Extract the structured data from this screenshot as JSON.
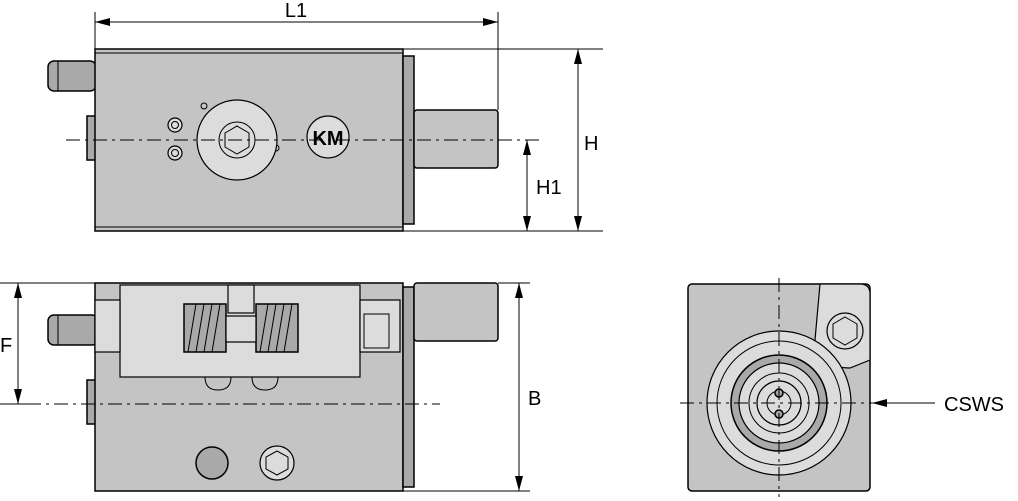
{
  "dimensions": {
    "l1": "L1",
    "h": "H",
    "h1": "H1",
    "f": "F",
    "b": "B",
    "csws": "CSWS"
  },
  "marking": {
    "brand": "KM"
  }
}
